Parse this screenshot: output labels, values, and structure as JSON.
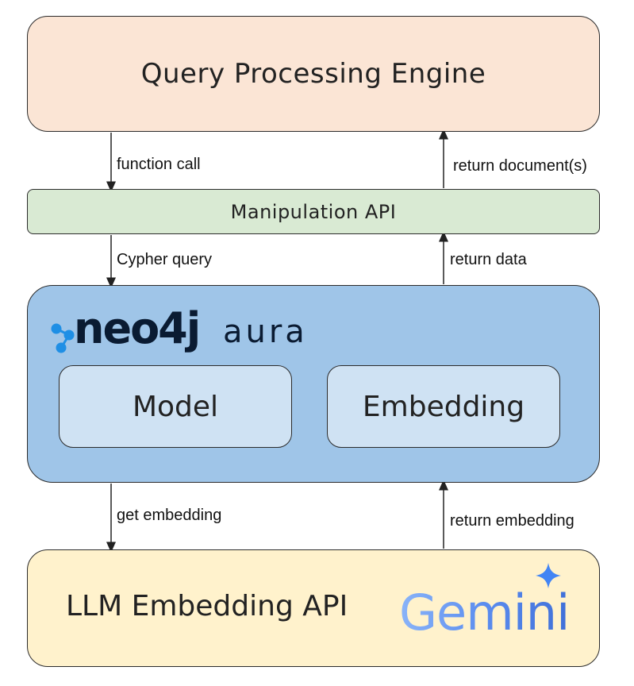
{
  "nodes": {
    "query_engine": "Query Processing Engine",
    "manipulation_api": "Manipulation API",
    "model": "Model",
    "embedding": "Embedding",
    "llm_api": "LLM Embedding API"
  },
  "logos": {
    "neo4j_text": "neo4j",
    "neo4j_suffix": "aura",
    "gemini_text": "Gemini"
  },
  "edges": {
    "function_call": "function call",
    "return_documents": "return document(s)",
    "cypher_query": "Cypher query",
    "return_data": "return data",
    "get_embedding": "get embedding",
    "return_embedding": "return embedding"
  },
  "colors": {
    "query_engine_fill": "#fbe5d5",
    "manipulation_fill": "#d9ead3",
    "neo4j_fill": "#9fc5e8",
    "inner_fill": "#cfe2f3",
    "llm_fill": "#fff2cc",
    "neo4j_brand": "#0a1b32",
    "neo4j_accent": "#1f8fe5",
    "gemini_blue": "#4285f4"
  }
}
